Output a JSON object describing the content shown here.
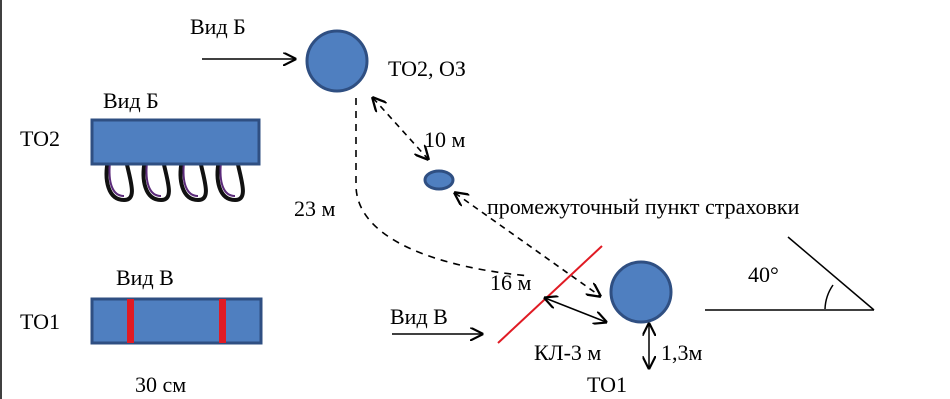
{
  "labels": {
    "vid_b_top": "Вид Б",
    "to2_oz": "ТО2, ОЗ",
    "vid_b_side": "Вид Б",
    "to2": "ТО2",
    "dist_10": "10 м",
    "dist_23": "23 м",
    "intermediate": "промежуточный пункт страховки",
    "vid_v_side": "Вид В",
    "to1_left": "ТО1",
    "dist_16": "16 м",
    "angle": "40°",
    "vid_v_arrow": "Вид В",
    "kl3": "КЛ-3 м",
    "dist_13": "1,3м",
    "width_30": "30 см",
    "to1_bottom": "ТО1"
  },
  "colors": {
    "fill": "#4f7fc0",
    "stroke": "#2f4f82",
    "red": "#e01b24",
    "line": "#000000"
  },
  "icons": {
    "carabiner": "carabiner-icon",
    "angle_mark": "angle-icon"
  }
}
